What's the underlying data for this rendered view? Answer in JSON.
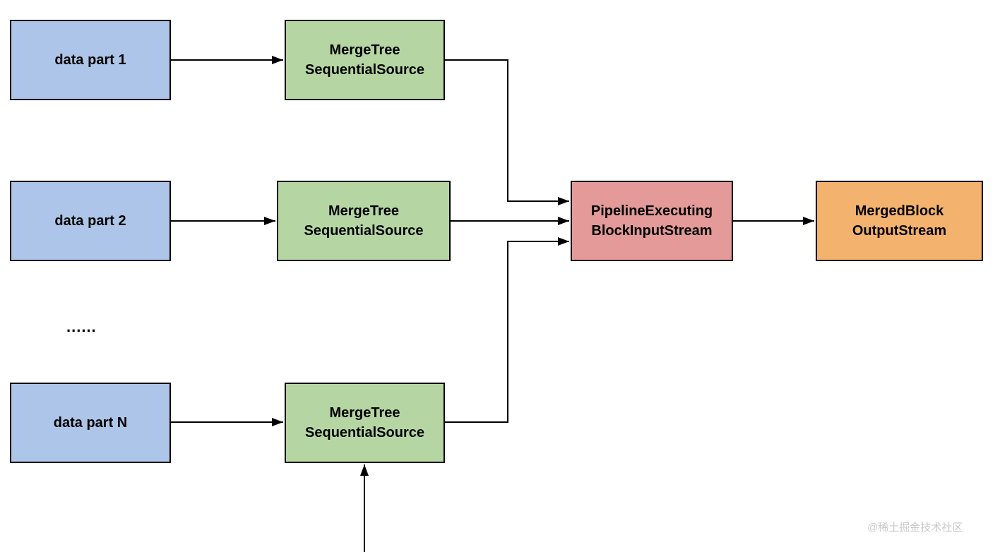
{
  "palette": {
    "blue": "#adc5e8",
    "green": "#b5d6a3",
    "red": "#e39a98",
    "orange": "#f4b26f",
    "stroke": "#000000",
    "text": "#000000",
    "watermark": "#c9c9c9"
  },
  "diagram": {
    "nodes": [
      {
        "label": "data part 1",
        "fill": "blue"
      },
      {
        "label": "MergeTree\nSequentialSource",
        "fill": "green"
      },
      {
        "label": "data part 2",
        "fill": "blue"
      },
      {
        "label": "MergeTree\nSequentialSource",
        "fill": "green"
      },
      {
        "label": "PipelineExecuting\nBlockInputStream",
        "fill": "red"
      },
      {
        "label": "MergedBlock\nOutputStream",
        "fill": "orange"
      },
      {
        "label": "data part N",
        "fill": "blue"
      },
      {
        "label": "MergeTree\nSequentialSource",
        "fill": "green"
      }
    ],
    "ellipsis": "......",
    "watermark": "@稀土掘金技术社区"
  }
}
